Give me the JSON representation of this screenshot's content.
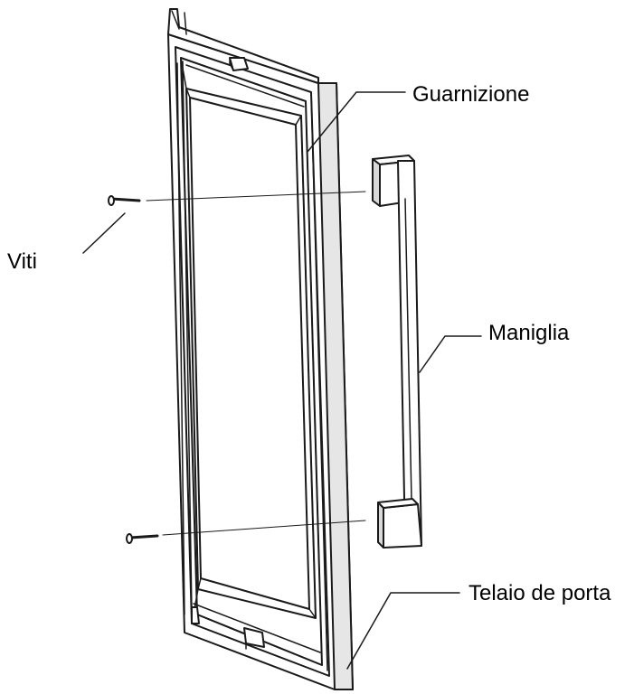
{
  "labels": {
    "gasket": "Guarnizione",
    "screws": "Viti",
    "handle": "Maniglia",
    "door_frame": "Telaio de porta"
  },
  "colors": {
    "stroke": "#1a1a1a",
    "fill": "#ffffff",
    "shade": "#d9d9d9",
    "dark": "#6e6e6e"
  }
}
